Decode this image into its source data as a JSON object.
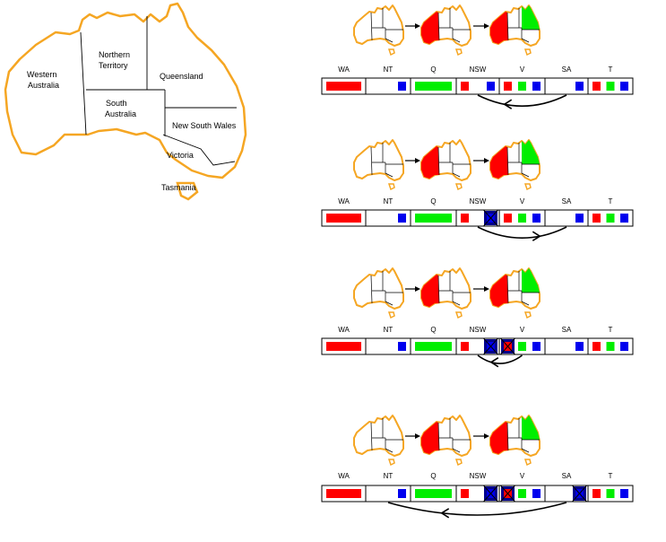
{
  "map": {
    "regions": [
      {
        "id": "wa",
        "lines": [
          "Western",
          "Australia"
        ]
      },
      {
        "id": "nt",
        "lines": [
          "Northern",
          "Territory"
        ]
      },
      {
        "id": "q",
        "lines": [
          "Queensland"
        ]
      },
      {
        "id": "sa",
        "lines": [
          "South",
          "Australia"
        ]
      },
      {
        "id": "nsw",
        "lines": [
          "New South Wales"
        ]
      },
      {
        "id": "v",
        "lines": [
          "Victoria"
        ]
      },
      {
        "id": "t",
        "lines": [
          "Tasmania"
        ]
      }
    ]
  },
  "columns": [
    "WA",
    "NT",
    "Q",
    "NSW",
    "V",
    "SA",
    "T"
  ],
  "colors": {
    "red": "#ff0000",
    "green": "#00ee00",
    "blue": "#0000ee",
    "outline": "#f5a623",
    "crossed_bg": "#00008b"
  },
  "steps": [
    {
      "maps": [
        [],
        [
          "wa"
        ],
        [
          "wa",
          "q"
        ]
      ],
      "cells": [
        [
          {
            "c": "red",
            "w": "wide"
          }
        ],
        [
          {
            "c": "blue"
          }
        ],
        [
          {
            "c": "green",
            "w": "wide"
          }
        ],
        [
          {
            "c": "red"
          },
          {
            "c": "blue"
          }
        ],
        [
          {
            "c": "red"
          },
          {
            "c": "green"
          },
          {
            "c": "blue"
          }
        ],
        [
          {
            "c": "blue"
          }
        ],
        [
          {
            "c": "red"
          },
          {
            "c": "green"
          },
          {
            "c": "blue"
          }
        ]
      ],
      "arc": {
        "from": "SA",
        "to": "NSW"
      }
    },
    {
      "maps": [
        [],
        [
          "wa"
        ],
        [
          "wa",
          "q"
        ]
      ],
      "cells": [
        [
          {
            "c": "red",
            "w": "wide"
          }
        ],
        [
          {
            "c": "blue"
          }
        ],
        [
          {
            "c": "green",
            "w": "wide"
          }
        ],
        [
          {
            "c": "red"
          },
          {
            "c": "blue",
            "x": true
          }
        ],
        [
          {
            "c": "red"
          },
          {
            "c": "green"
          },
          {
            "c": "blue"
          }
        ],
        [
          {
            "c": "blue"
          }
        ],
        [
          {
            "c": "red"
          },
          {
            "c": "green"
          },
          {
            "c": "blue"
          }
        ]
      ],
      "arc": {
        "from": "NSW",
        "to": "SA"
      }
    },
    {
      "maps": [
        [],
        [
          "wa"
        ],
        [
          "wa",
          "q"
        ]
      ],
      "cells": [
        [
          {
            "c": "red",
            "w": "wide"
          }
        ],
        [
          {
            "c": "blue"
          }
        ],
        [
          {
            "c": "green",
            "w": "wide"
          }
        ],
        [
          {
            "c": "red"
          },
          {
            "c": "blue",
            "x": true
          }
        ],
        [
          {
            "c": "red",
            "x": true
          },
          {
            "c": "green"
          },
          {
            "c": "blue"
          }
        ],
        [
          {
            "c": "blue"
          }
        ],
        [
          {
            "c": "red"
          },
          {
            "c": "green"
          },
          {
            "c": "blue"
          }
        ]
      ],
      "arc": {
        "from": "V",
        "to": "NSW"
      }
    },
    {
      "maps": [
        [],
        [
          "wa"
        ],
        [
          "wa",
          "q"
        ]
      ],
      "cells": [
        [
          {
            "c": "red",
            "w": "wide"
          }
        ],
        [
          {
            "c": "blue"
          }
        ],
        [
          {
            "c": "green",
            "w": "wide"
          }
        ],
        [
          {
            "c": "red"
          },
          {
            "c": "blue",
            "x": true
          }
        ],
        [
          {
            "c": "red",
            "x": true
          },
          {
            "c": "green"
          },
          {
            "c": "blue"
          }
        ],
        [
          {
            "c": "blue",
            "x": true
          }
        ],
        [
          {
            "c": "red"
          },
          {
            "c": "green"
          },
          {
            "c": "blue"
          }
        ]
      ],
      "arc": {
        "from": "SA",
        "to": "NT"
      }
    }
  ]
}
